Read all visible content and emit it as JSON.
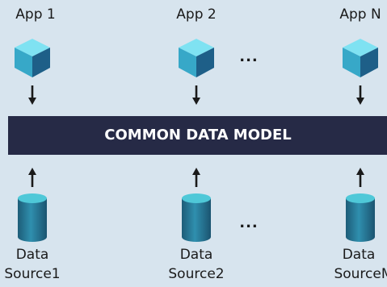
{
  "apps": [
    {
      "label": "App 1",
      "icon": "cube-icon"
    },
    {
      "label": "App 2",
      "icon": "cube-icon"
    },
    {
      "label": "App N",
      "icon": "cube-icon"
    }
  ],
  "ellipsis": "...",
  "model": {
    "title": "COMMON DATA MODEL"
  },
  "sources": [
    {
      "line1": "Data",
      "line2": "Source1",
      "icon": "database-cylinder-icon"
    },
    {
      "line1": "Data",
      "line2": "Source2",
      "icon": "database-cylinder-icon"
    },
    {
      "line1": "Data",
      "line2": "SourceM",
      "icon": "database-cylinder-icon"
    }
  ],
  "colors": {
    "background": "#d7e4ee",
    "model_bar": "#262a46",
    "cube_top": "#7fe2f2",
    "cube_left": "#37a8c8",
    "cube_right": "#1e5f88",
    "cylinder": "#2a7c9a",
    "cylinder_top": "#4fc8d8",
    "arrow": "#1a1a1a"
  }
}
